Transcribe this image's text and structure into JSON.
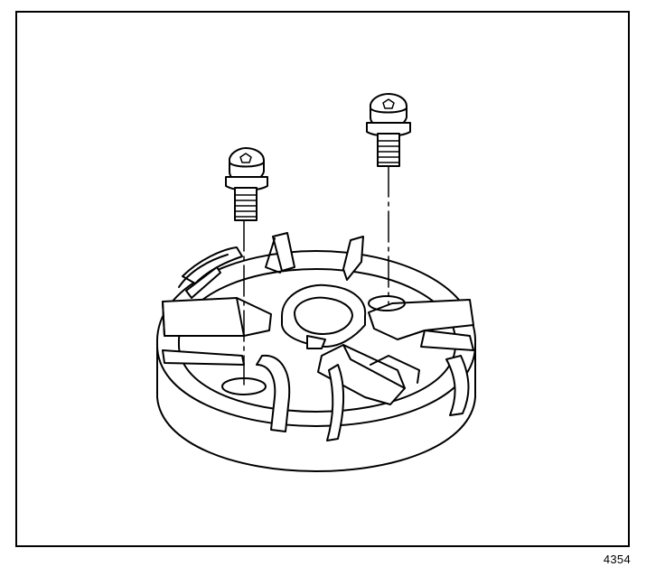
{
  "figure": {
    "number": "4354"
  },
  "colors": {
    "line": "#000000",
    "background": "#ffffff"
  },
  "parts": [
    "mounting-bolt-left",
    "mounting-bolt-right",
    "impeller-rotor-assembly"
  ]
}
